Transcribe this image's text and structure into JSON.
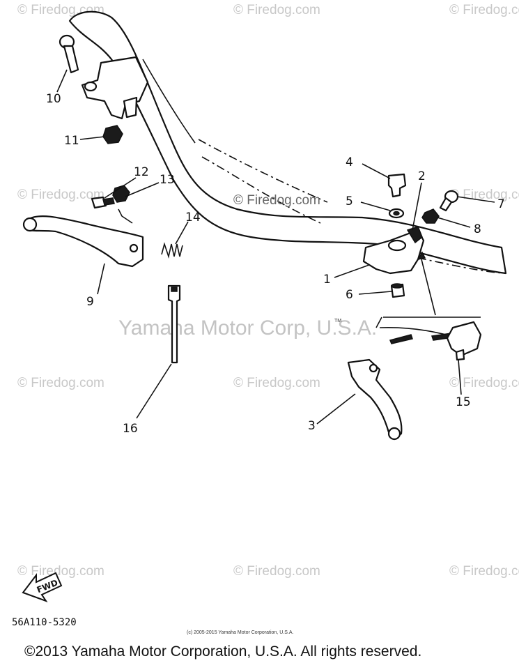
{
  "callouts": {
    "c1": "1",
    "c2": "2",
    "c3": "3",
    "c4": "4",
    "c5": "5",
    "c6": "6",
    "c7": "7",
    "c8": "8",
    "c9": "9",
    "c10": "10",
    "c11": "11",
    "c12": "12",
    "c13": "13",
    "c14": "14",
    "c15": "15",
    "c16": "16"
  },
  "watermarks": {
    "site": "© Firedog.com",
    "center": "© Firedog.com",
    "brand": "Yamaha Motor Corp, U.S.A.",
    "tm": "TM"
  },
  "fwd_label": "FWD",
  "diagram_code": "56A110-5320",
  "small_copyright": "(c) 2005-2015 Yamaha Motor Corporation, U.S.A.",
  "copyright": "©2013 Yamaha Motor Corporation, U.S.A. All rights reserved."
}
